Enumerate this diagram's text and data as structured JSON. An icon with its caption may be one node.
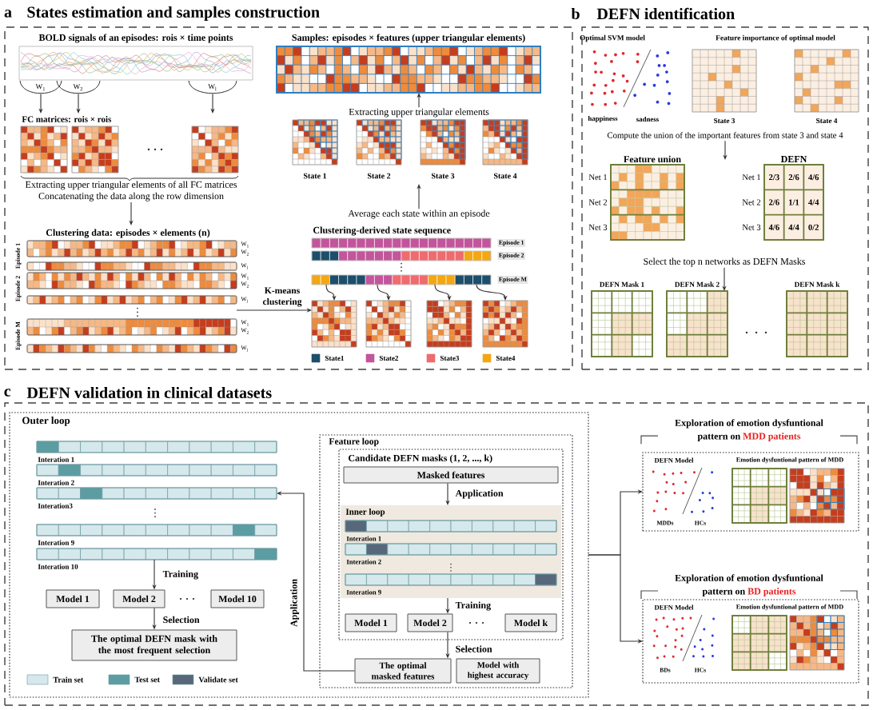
{
  "diagram": {
    "nodes": [
      {
        "text": [
          "a",
          "States estimation and samples construction"
        ]
      },
      {
        "text": [
          "BOLD signals of an episodes: rois × time points"
        ],
        "in": 0
      },
      {
        "text": [
          "W$_{1}$"
        ],
        "in": 0
      },
      {
        "text": [
          "W$_{2}$"
        ],
        "in": 0
      },
      {
        "text": [
          "W$_{l}$"
        ],
        "in": 0
      },
      {
        "text": [],
        "shape": "grid",
        "in": 0
      },
      {
        "text": [],
        "shape": "grid",
        "in": 0
      },
      {
        "text": [],
        "shape": "grid",
        "in": 0
      },
      {
        "text": [
          "Extracting upper triangular elements of all FC matrices",
          "Concatenating the data along the row dimension"
        ],
        "in": 0
      },
      {
        "text": [
          "Clustering data: episodes × elements (n)"
        ],
        "beside": [
          "Episode 1",
          "W$_{1}$",
          "W$_{2}$",
          "W$_{l}$",
          "Episode 2",
          "W$_{1}$",
          "W$_{2}$",
          "W$_{l}$",
          "Episode M",
          "W$_{1}$",
          "W$_{2}$",
          "W$_{l}$"
        ],
        "in": 0
      },
      {
        "text": [
          "Samples: episodes × features (upper triangular elements)"
        ],
        "in": 0
      },
      {
        "text": [
          "Extracting upper triangular elements"
        ],
        "in": 0
      },
      {
        "text": [
          "State 1"
        ],
        "in": 0
      },
      {
        "text": [
          "State 2"
        ],
        "in": 0
      },
      {
        "text": [
          "State 3"
        ],
        "in": 0
      },
      {
        "text": [
          "State 4"
        ],
        "in": 0
      },
      {
        "text": [
          "Average each state within an episode"
        ],
        "in": 0
      },
      {
        "text": [
          "Clustering-derived state sequence"
        ],
        "beside": [
          "Episode 1",
          "Episode 2",
          "Episode M"
        ],
        "in": 0
      },
      {
        "text": [],
        "shape": "grid",
        "in": 0
      },
      {
        "text": [],
        "shape": "grid",
        "in": 0
      },
      {
        "text": [],
        "shape": "grid",
        "in": 0
      },
      {
        "text": [],
        "shape": "grid",
        "in": 0
      },
      {
        "text": [
          "b",
          "DEFN identification"
        ]
      },
      {
        "text": [
          "Optimal SVM model"
        ],
        "beside": [
          "happiness",
          "sadness"
        ],
        "in": 22
      },
      {
        "text": [
          "State 3"
        ],
        "in": 22
      },
      {
        "text": [
          "State 4"
        ],
        "in": 22
      },
      {
        "text": [
          "Compute the union of the important features from state 3 and state 4"
        ],
        "in": 22
      },
      {
        "text": [
          "Feature union"
        ],
        "beside": [
          "Net 1",
          "Net 2",
          "Net 3"
        ],
        "in": 22
      },
      {
        "text": [
          "DEFN",
          "2/3",
          "2/6",
          "4/6",
          "2/6",
          "1/1",
          "4/4",
          "4/6",
          "4/4",
          "0/2"
        ],
        "beside": [
          "Net 1",
          "Net 2",
          "Net 3"
        ],
        "in": 22
      },
      {
        "text": [
          "Select the top n networks as DEFN Masks"
        ],
        "in": 22
      },
      {
        "text": [
          "DEFN Mask 1"
        ],
        "in": 22
      },
      {
        "text": [
          "DEFN Mask 2"
        ],
        "in": 22
      },
      {
        "text": [
          "DEFN Mask k"
        ],
        "in": 22
      },
      {
        "text": [
          "c",
          "DEFN validation in clinical datasets"
        ]
      },
      {
        "text": [
          "Outer loop"
        ],
        "in": 33
      },
      {
        "text": [
          "Interation 1"
        ],
        "in": 34
      },
      {
        "text": [
          "Interation 2"
        ],
        "in": 34
      },
      {
        "text": [
          "Interation3"
        ],
        "in": 34
      },
      {
        "text": [
          "Interation 9"
        ],
        "in": 34
      },
      {
        "text": [
          "Interation 10"
        ],
        "in": 34
      },
      {
        "text": [
          "Model 1"
        ],
        "in": 34
      },
      {
        "text": [
          "Model 2"
        ],
        "in": 34
      },
      {
        "text": [
          "Model 10"
        ],
        "in": 34
      },
      {
        "text": [
          "The optimal DEFN mask with the most frequent selection"
        ],
        "in": 34
      },
      {
        "text": [
          "Feature loop"
        ],
        "in": 34
      },
      {
        "text": [
          "Candidate DEFN masks (1, 2, ..., k)"
        ],
        "in": 44
      },
      {
        "text": [
          "Masked features"
        ],
        "in": 45
      },
      {
        "text": [
          "Inner loop"
        ],
        "in": 45
      },
      {
        "text": [
          "Interation 1"
        ],
        "in": 47
      },
      {
        "text": [
          "Interation 2"
        ],
        "in": 47
      },
      {
        "text": [
          "Interation 9"
        ],
        "in": 47
      },
      {
        "text": [
          "Model 1"
        ],
        "in": 45
      },
      {
        "text": [
          "Model 2"
        ],
        "in": 45
      },
      {
        "text": [
          "Model k"
        ],
        "in": 45
      },
      {
        "text": [
          "The optimal masked features"
        ],
        "in": 44
      },
      {
        "text": [
          "Model with highest accuracy"
        ],
        "in": 44
      },
      {
        "text": [
          "Exploration of emotion dysfuntional pattern on",
          "MDD patients"
        ],
        "in": 33
      },
      {
        "text": [
          "DEFN Model"
        ],
        "beside": [
          "MDDs",
          "HCs"
        ],
        "in": 56
      },
      {
        "text": [
          "Emotion dysfuntional pattern of MDD"
        ],
        "in": 56
      },
      {
        "text": [
          "Exploration of emotion dysfuntional pattern on",
          "BD patients"
        ],
        "in": 33
      },
      {
        "text": [
          "DEFN Model"
        ],
        "beside": [
          "BDs",
          "HCs"
        ],
        "in": 59
      },
      {
        "text": [
          "Emotion dysfuntional pattern of MDD"
        ],
        "in": 59
      }
    ],
    "edges": [
      {
        "from": 2,
        "to": 5,
        "arrow": "to"
      },
      {
        "from": 3,
        "to": 6,
        "arrow": "to"
      },
      {
        "from": 4,
        "to": 7,
        "arrow": "to"
      },
      {
        "from": 8,
        "to": 9,
        "arrow": "to"
      },
      {
        "from": 9,
        "to": 18,
        "arrow": "to",
        "label": "K-means clustering"
      },
      {
        "from": 17,
        "to": 18,
        "arrow": "to"
      },
      {
        "from": 17,
        "to": 19,
        "arrow": "to"
      },
      {
        "from": 17,
        "to": 20,
        "arrow": "to"
      },
      {
        "from": 17,
        "to": 21,
        "arrow": "to"
      },
      {
        "from": 16,
        "to": null,
        "arrow": "to"
      },
      {
        "from": 11,
        "to": 10,
        "arrow": "to"
      },
      {
        "from": 26,
        "to": null,
        "arrow": "to"
      },
      {
        "from": 29,
        "to": 31,
        "arrow": "to"
      },
      {
        "from": 39,
        "to": 41,
        "arrow": "to",
        "label": "Training"
      },
      {
        "from": 41,
        "to": 43,
        "arrow": "to",
        "label": "Selection"
      },
      {
        "from": 46,
        "to": 47,
        "arrow": "to",
        "label": "Application"
      },
      {
        "from": 47,
        "to": 52,
        "arrow": "to",
        "label": "Training"
      },
      {
        "from": 52,
        "to": 54,
        "arrow": "to",
        "label": "Selection"
      },
      {
        "from": 54,
        "to": 37,
        "arrow": "to",
        "label": "Application"
      },
      {
        "from": 34,
        "to": 56,
        "arrow": "to"
      },
      {
        "from": 34,
        "to": 59,
        "arrow": "to"
      }
    ],
    "labels": [
      "FC matrices: rois × rois",
      "Feature importance of optimal model"
    ],
    "legend": [
      {
        "text": "State1",
        "color": "#1d4e6b"
      },
      {
        "text": "State2",
        "color": "#c2559b"
      },
      {
        "text": "State3",
        "color": "#ef6b6e"
      },
      {
        "text": "State4",
        "color": "#f3a712"
      },
      {
        "text": "Train set",
        "color": "#d5e8ec"
      },
      {
        "text": "Test set",
        "color": "#5b9da2"
      },
      {
        "text": "Validate set",
        "color": "#56687a"
      }
    ]
  }
}
